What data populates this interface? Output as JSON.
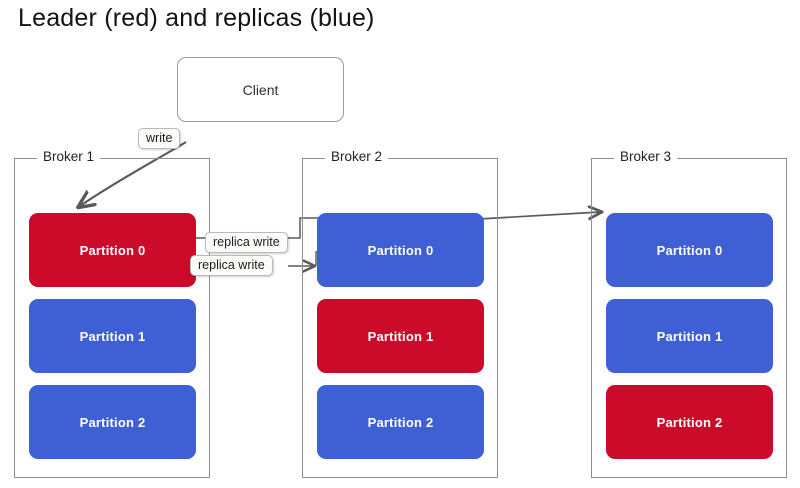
{
  "title": "Leader (red) and replicas (blue)",
  "colors": {
    "leader_red": "#CC0A2A",
    "replica_blue": "#3F5FD4",
    "frame_gray": "#8D8D8D",
    "background": "#FFFFFF",
    "arrow_gray": "#5A5A5A"
  },
  "client": {
    "label": "Client"
  },
  "edge_labels": {
    "write": "write",
    "replica_write_1": "replica write",
    "replica_write_2": "replica write"
  },
  "brokers": [
    {
      "name": "Broker 1",
      "partitions": [
        {
          "label": "Partition 0",
          "role": "leader",
          "color": "#CC0A2A"
        },
        {
          "label": "Partition 1",
          "role": "replica",
          "color": "#3F5FD4"
        },
        {
          "label": "Partition 2",
          "role": "replica",
          "color": "#3F5FD4"
        }
      ]
    },
    {
      "name": "Broker 2",
      "partitions": [
        {
          "label": "Partition 0",
          "role": "replica",
          "color": "#3F5FD4"
        },
        {
          "label": "Partition 1",
          "role": "leader",
          "color": "#CC0A2A"
        },
        {
          "label": "Partition 2",
          "role": "replica",
          "color": "#3F5FD4"
        }
      ]
    },
    {
      "name": "Broker 3",
      "partitions": [
        {
          "label": "Partition 0",
          "role": "replica",
          "color": "#3F5FD4"
        },
        {
          "label": "Partition 1",
          "role": "replica",
          "color": "#3F5FD4"
        },
        {
          "label": "Partition 2",
          "role": "leader",
          "color": "#CC0A2A"
        }
      ]
    }
  ]
}
